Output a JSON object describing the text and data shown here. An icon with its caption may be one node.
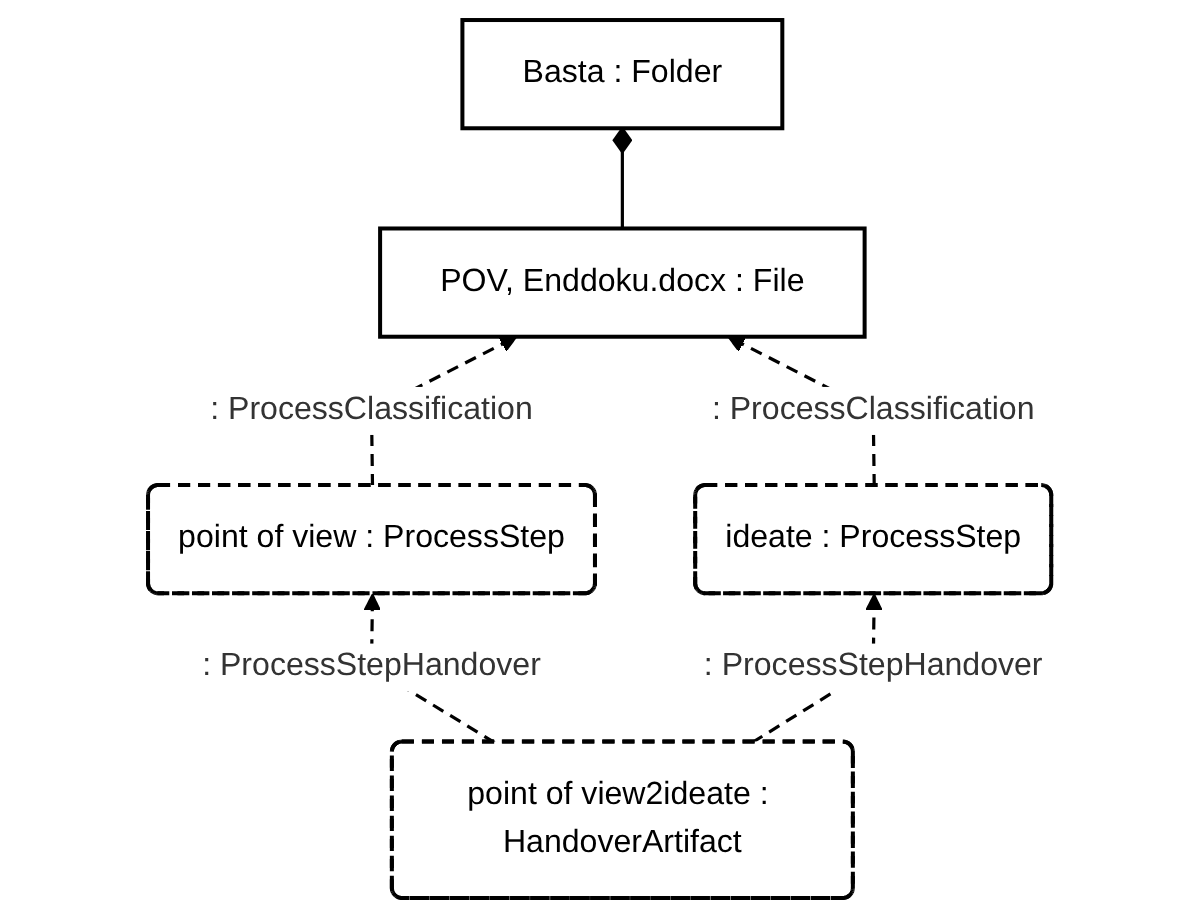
{
  "diagram": {
    "nodes": [
      {
        "text": [
          "Basta : Folder"
        ]
      },
      {
        "text": [
          "POV, Enddoku.docx : File"
        ]
      },
      {
        "text": [
          "point of view : ProcessStep"
        ]
      },
      {
        "text": [
          "ideate : ProcessStep"
        ]
      },
      {
        "text": [
          "point of view2ideate : HandoverArtifact"
        ]
      }
    ],
    "edges": [
      {
        "from": 1,
        "to": 0,
        "arrow": "other"
      },
      {
        "from": 2,
        "to": 1,
        "arrow": "to",
        "style": "dashed",
        "label": ": ProcessClassification"
      },
      {
        "from": 3,
        "to": 1,
        "arrow": "to",
        "style": "dashed",
        "label": ": ProcessClassification"
      },
      {
        "from": 4,
        "to": 2,
        "arrow": "to",
        "style": "dashed",
        "label": ": ProcessStepHandover"
      },
      {
        "from": 4,
        "to": 3,
        "arrow": "to",
        "style": "dashed",
        "label": ": ProcessStepHandover"
      }
    ]
  }
}
